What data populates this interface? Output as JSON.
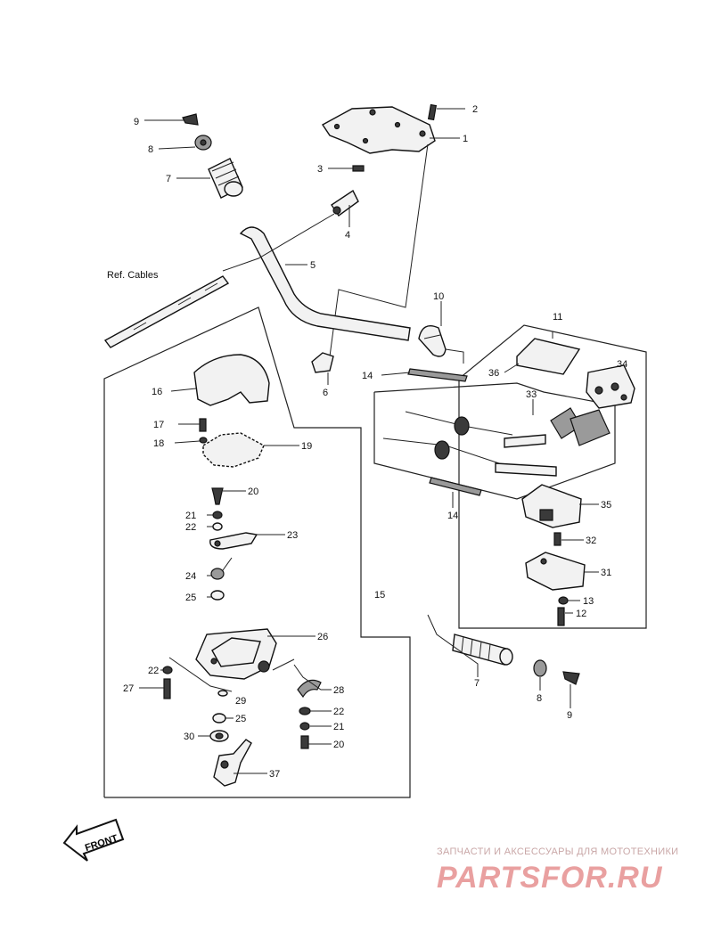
{
  "callouts": {
    "n1": "1",
    "n2": "2",
    "n3": "3",
    "n4": "4",
    "n5": "5",
    "n6": "6",
    "n7a": "7",
    "n7b": "7",
    "n8a": "8",
    "n8b": "8",
    "n9a": "9",
    "n9b": "9",
    "n10": "10",
    "n11": "11",
    "n12": "12",
    "n13": "13",
    "n14a": "14",
    "n14b": "14",
    "n15": "15",
    "n16": "16",
    "n17": "17",
    "n18": "18",
    "n19": "19",
    "n20a": "20",
    "n20b": "20",
    "n21a": "21",
    "n21b": "21",
    "n22a": "22",
    "n22b": "22",
    "n22c": "22",
    "n23": "23",
    "n24": "24",
    "n25a": "25",
    "n25b": "25",
    "n26": "26",
    "n27": "27",
    "n28": "28",
    "n29": "29",
    "n30": "30",
    "n31": "31",
    "n32": "32",
    "n33": "33",
    "n34": "34",
    "n35": "35",
    "n36": "36",
    "n37": "37"
  },
  "ref_cables": "Ref. Cables",
  "front_arrow": "FRONT",
  "watermark": {
    "tagline": "ЗАПЧАСТИ И АКСЕССУАРЫ ДЛЯ МОТОТЕХНИКИ",
    "logo": "PARTSFOR.RU"
  }
}
